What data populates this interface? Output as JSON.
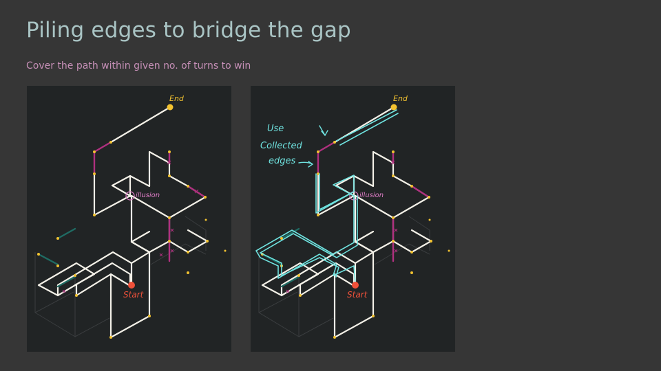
{
  "slide": {
    "title": "Piling edges to bridge the gap",
    "subtitle": "Cover the path within given no. of turns to win"
  },
  "left_panel": {
    "end_label": "End",
    "start_label": "Start",
    "illusion_label": "illusion"
  },
  "right_panel": {
    "end_label": "End",
    "start_label": "Start",
    "illusion_label": "illusion",
    "annotation_line1": "Use",
    "annotation_line2": "Collected",
    "annotation_line3": "edges"
  },
  "colors": {
    "background": "#363636",
    "panel": "#212425",
    "edge": "#f4f1e8",
    "collectible_edge": "#b0307f",
    "teal_edge": "#1f6b63",
    "node": "#f2c230",
    "start_node": "#f0513a",
    "annotation": "#6fe3e0"
  }
}
